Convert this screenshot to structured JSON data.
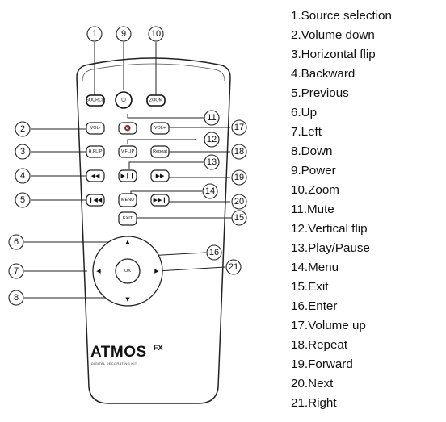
{
  "remote": {
    "buttons": {
      "source": "SOURCE",
      "power": "⏻",
      "zoom": "ZOOM",
      "vol_minus": "VOL-",
      "mute": "🔇",
      "vol_plus": "VOL+",
      "h_flip": "H.FLIP",
      "v_flip": "V.FLIP",
      "repeat": "Repeat",
      "backward": "◀◀",
      "play_pause": "▶❙❙",
      "forward": "▶▶",
      "previous": "❙◀◀",
      "menu": "MENU",
      "next": "▶▶❙",
      "exit": "EXIT",
      "up": "▲",
      "left": "◀",
      "ok": "OK",
      "right": "▶",
      "down": "▼"
    },
    "brand": {
      "name": "ATMOS",
      "suffix": "FX",
      "tagline": "DIGITAL DECORATING KIT"
    }
  },
  "callouts": [
    "1",
    "2",
    "3",
    "4",
    "5",
    "6",
    "7",
    "8",
    "9",
    "10",
    "11",
    "12",
    "13",
    "14",
    "15",
    "16",
    "17",
    "18",
    "19",
    "20",
    "21"
  ],
  "legend": [
    "1.Source selection",
    "2.Volume down",
    "3.Horizontal flip",
    "4.Backward",
    "5.Previous",
    "6.Up",
    "7.Left",
    "8.Down",
    "9.Power",
    "10.Zoom",
    "11.Mute",
    "12.Vertical flip",
    "13.Play/Pause",
    "14.Menu",
    "15.Exit",
    "16.Enter",
    "17.Volume up",
    "18.Repeat",
    "19.Forward",
    "20.Next",
    "21.Right"
  ]
}
